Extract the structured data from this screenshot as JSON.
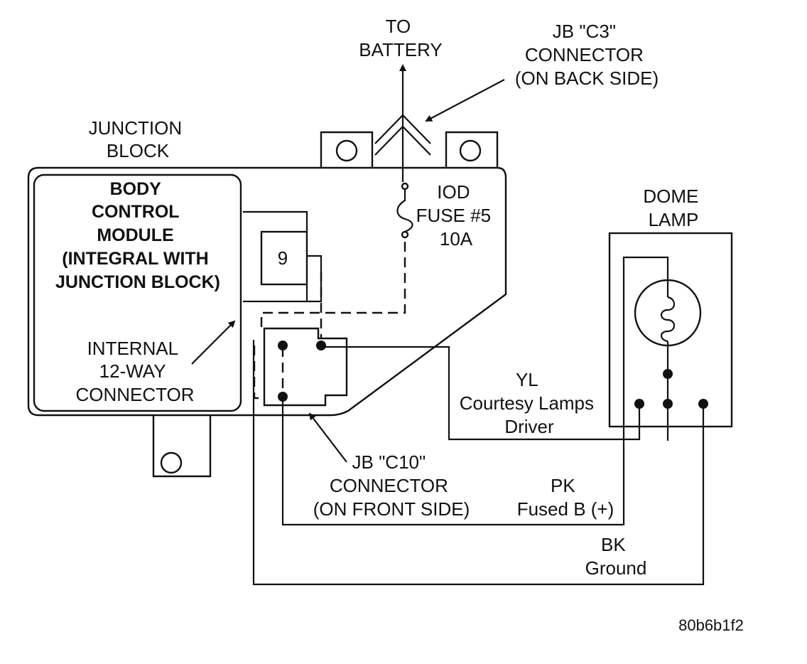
{
  "labels": {
    "to_battery": [
      "TO",
      "BATTERY"
    ],
    "jb_c3": [
      "JB \"C3\"",
      "CONNECTOR",
      "(ON BACK SIDE)"
    ],
    "junction_block": [
      "JUNCTION",
      "BLOCK"
    ],
    "bcm": [
      "BODY",
      "CONTROL",
      "MODULE",
      "(INTEGRAL WITH",
      "JUNCTION BLOCK)"
    ],
    "fuse": [
      "IOD",
      "FUSE #5",
      "10A"
    ],
    "dome_lamp": [
      "DOME",
      "LAMP"
    ],
    "cavity": "9",
    "internal_connector": [
      "INTERNAL",
      "12-WAY",
      "CONNECTOR"
    ],
    "jb_c10": [
      "JB \"C10\"",
      "CONNECTOR",
      "(ON FRONT SIDE)"
    ],
    "yl_wire": [
      "YL",
      "Courtesy Lamps",
      "Driver"
    ],
    "pk_wire": [
      "PK",
      "Fused B (+)"
    ],
    "bk_wire": [
      "BK",
      "Ground"
    ],
    "figure_id": "80b6b1f2"
  }
}
